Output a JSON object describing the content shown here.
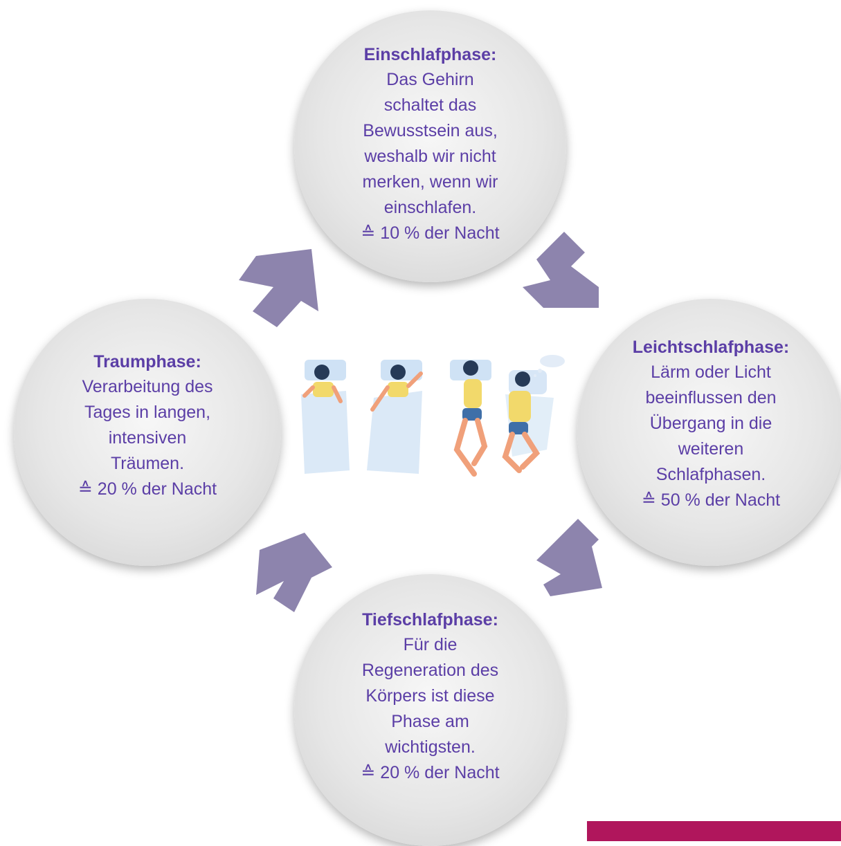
{
  "colors": {
    "text": "#5b3ea6",
    "circle": "#e6e6e6",
    "arrow": "#8d84ad",
    "corner_bar": "#b0165c"
  },
  "phases": {
    "einschlaf": {
      "title": "Einschlafphase:",
      "lines": [
        "Das Gehirn",
        "schaltet das",
        "Bewusstsein aus,",
        "weshalb wir nicht",
        "merken, wenn wir",
        "einschlafen."
      ],
      "share": "≙ 10 % der Nacht"
    },
    "leichtschlaf": {
      "title": "Leichtschlafphase:",
      "lines": [
        "Lärm oder Licht",
        "beeinflussen den",
        "Übergang in die",
        "weiteren",
        "Schlafphasen."
      ],
      "share": "≙ 50 % der Nacht"
    },
    "tiefschlaf": {
      "title": "Tiefschlafphase:",
      "lines": [
        "Für die",
        "Regeneration des",
        "Körpers ist diese",
        "Phase am",
        "wichtigsten."
      ],
      "share": "≙ 20 % der Nacht"
    },
    "traum": {
      "title": "Traumphase:",
      "lines": [
        "Verarbeitung des",
        "Tages in langen,",
        "intensiven",
        "Träumen."
      ],
      "share": "≙ 20 % der Nacht"
    }
  },
  "illustration_icon": "sleeping-women-illustration"
}
